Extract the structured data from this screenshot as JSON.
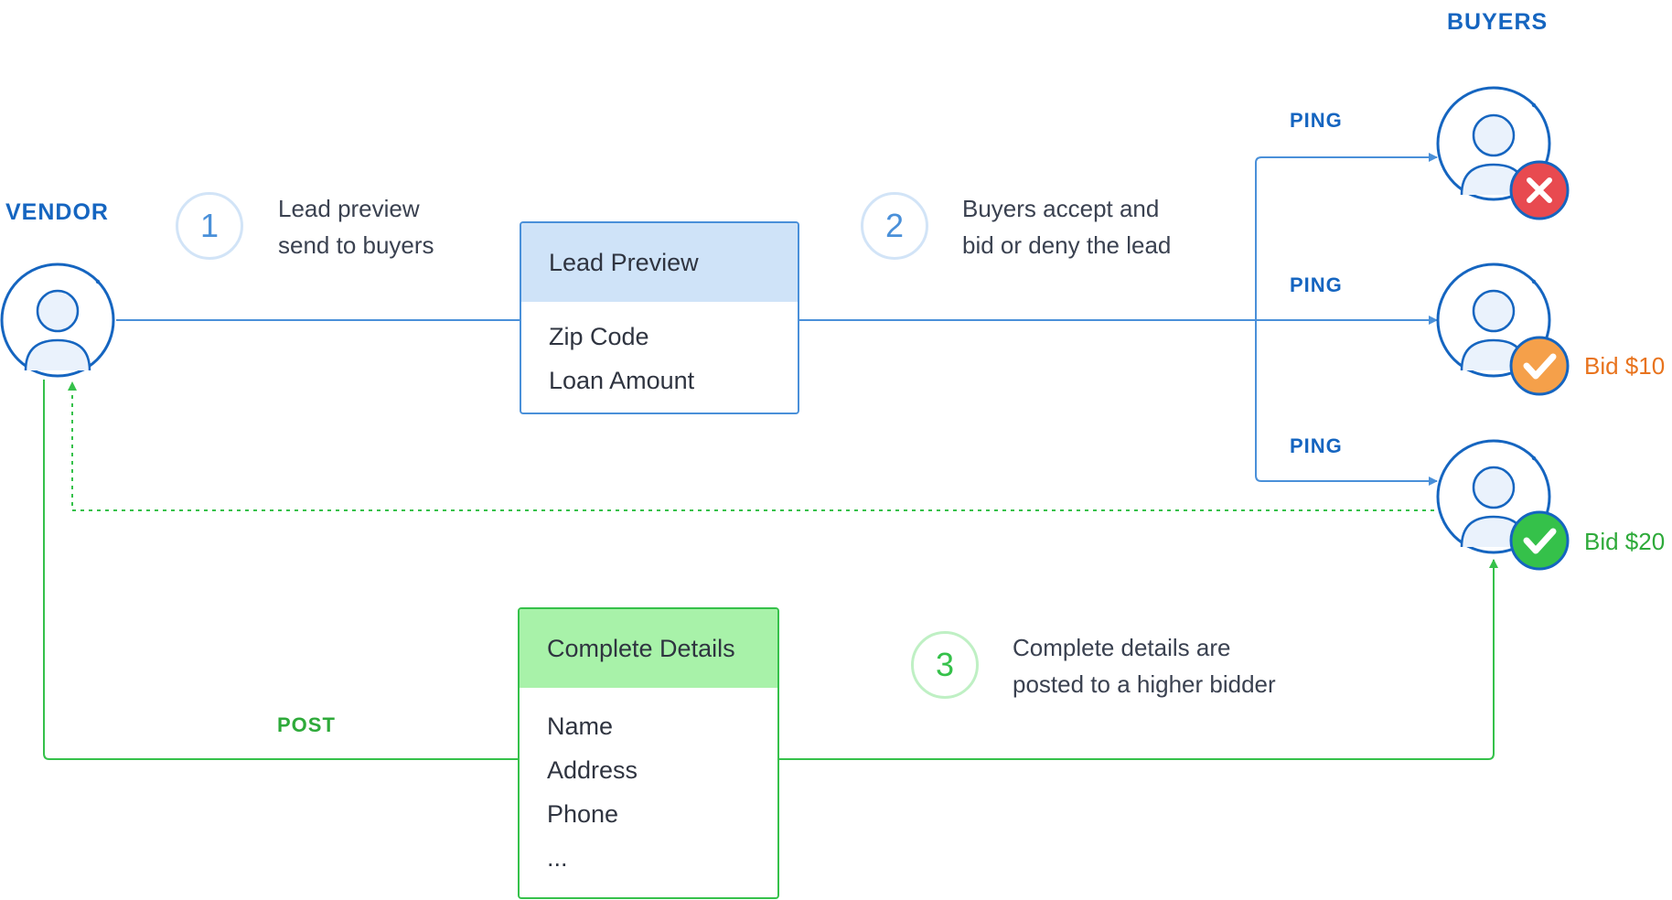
{
  "vendor": {
    "label": "VENDOR"
  },
  "buyers": {
    "label": "BUYERS"
  },
  "steps": [
    {
      "number": "1",
      "text_line1": "Lead preview",
      "text_line2": "send to buyers"
    },
    {
      "number": "2",
      "text_line1": "Buyers accept and",
      "text_line2": "bid or deny the lead"
    },
    {
      "number": "3",
      "text_line1": "Complete details are",
      "text_line2": "posted to a higher bidder"
    }
  ],
  "lead_preview_card": {
    "title": "Lead Preview",
    "fields": [
      "Zip Code",
      "Loan Amount"
    ]
  },
  "complete_details_card": {
    "title": "Complete Details",
    "fields": [
      "Name",
      "Address",
      "Phone",
      "..."
    ]
  },
  "ping_labels": [
    "PING",
    "PING",
    "PING"
  ],
  "post_label": "POST",
  "buyer_list": [
    {
      "status": "denied",
      "bid": ""
    },
    {
      "status": "bid",
      "bid": "Bid $10"
    },
    {
      "status": "accepted",
      "bid": "Bid $20"
    }
  ],
  "colors": {
    "blue": "#1565c0",
    "line_blue": "#4a90d9",
    "green": "#35c14a",
    "orange": "#e8731d",
    "red": "#e84a50",
    "orange_badge": "#f5a04a"
  }
}
